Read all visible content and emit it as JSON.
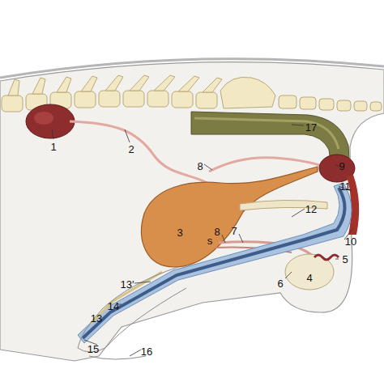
{
  "diagram": {
    "labels": [
      "1",
      "2",
      "17",
      "8",
      "9",
      "11",
      "3",
      "12",
      "8",
      "7",
      "s",
      "10",
      "5",
      "4",
      "6",
      "13′",
      "14",
      "13",
      "15",
      "16"
    ]
  }
}
